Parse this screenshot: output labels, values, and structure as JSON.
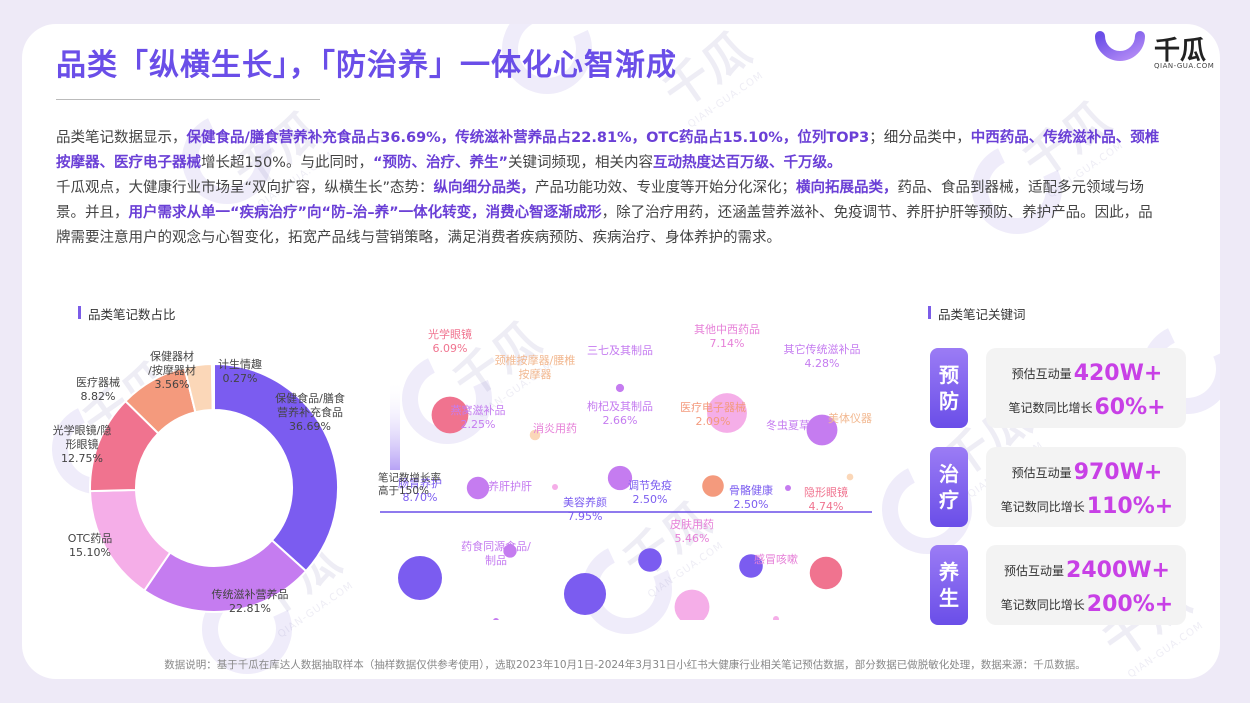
{
  "title": "品类「纵横生长」，「防治养」一体化心智渐成",
  "logo": {
    "name": "千瓜",
    "sub": "QIAN-GUA.COM"
  },
  "watermark": {
    "text": "千瓜",
    "sub": "QIAN-GUA.COM"
  },
  "paragraph1": {
    "s1": "品类笔记数据显示，",
    "s2": "保健食品/膳食营养补充食品占36.69%，传统滋补营养品占22.81%，OTC药品占15.10%，位列TOP3",
    "s3": "；细分品类中，",
    "s4": "中西药品、传统滋补品、颈椎按摩器、医疗电子器械",
    "s5": "增长超150%。与此同时，",
    "s6": "“预防、治疗、养生”",
    "s7": "关键词频现，相关内容",
    "s8": "互动热度达百万级、千万级。"
  },
  "paragraph2": {
    "s1": "千瓜观点，大健康行业市场呈“双向扩容，纵横生长”态势：",
    "s2": "纵向细分品类，",
    "s3": "产品功能功效、专业度等开始分化深化；",
    "s4": "横向拓展品类，",
    "s5": "药品、食品到器械，适配多元领域与场景。并且，",
    "s6": "用户需求从单一“疾病治疗”向“防–治–养”一体化转变，消费心智逐渐成形",
    "s7": "，除了治疗用药，还涵盖营养滋补、免疫调节、养肝护肝等预防、养护产品。因此，品牌需要注意用户的观念与心智变化，拓宽产品线与营销策略，满足消费者疾病预防、疾病治疗、身体养护的需求。"
  },
  "section_share": "品类笔记数占比",
  "section_keywords": "品类笔记关键词",
  "growth_label": "笔记数增长率\n高于150%",
  "footnote": "数据说明：基于千瓜在库达人数据抽取样本（抽样数据仅供参考使用），选取2023年10月1日-2024年3月31日小红书大健康行业相关笔记预估数据，部分数据已做脱敏化处理，数据来源：千瓜数据。",
  "chart_data": [
    {
      "type": "pie",
      "donut": true,
      "slices": [
        {
          "label": "保健食品/膳食\n营养补充食品",
          "value": 36.69,
          "value_label": "36.69%",
          "color": "#7b5cf0"
        },
        {
          "label": "传统滋补营养品",
          "value": 22.81,
          "value_label": "22.81%",
          "color": "#c57cf0"
        },
        {
          "label": "OTC药品",
          "value": 15.1,
          "value_label": "15.10%",
          "color": "#f5aee8"
        },
        {
          "label": "光学眼镜/隐\n形眼镜",
          "value": 12.75,
          "value_label": "12.75%",
          "color": "#f0738f"
        },
        {
          "label": "医疗器械",
          "value": 8.82,
          "value_label": "8.82%",
          "color": "#f49a7d"
        },
        {
          "label": "保健器材\n/按摩器材",
          "value": 3.56,
          "value_label": "3.56%",
          "color": "#fbd7b8"
        },
        {
          "label": "计生情趣",
          "value": 0.27,
          "value_label": "0.27%",
          "color": "#efe3f3"
        }
      ]
    },
    {
      "type": "scatter",
      "note": "bubble chart of sub-category share; upper group: note growth rate above 150%",
      "groups": [
        {
          "name": "笔记数增长率高于150%",
          "points": [
            {
              "label": "光学眼镜",
              "value": 6.09,
              "value_label": "6.09%",
              "color": "#f0738f"
            },
            {
              "label": "颈椎按摩器/腰椎\n按摩器",
              "value": 0.5,
              "value_label": "",
              "color": "#fbd7b8"
            },
            {
              "label": "三七及其制品",
              "value": 0.3,
              "value_label": "",
              "color": "#c57cf0"
            },
            {
              "label": "其他中西药品",
              "value": 7.14,
              "value_label": "7.14%",
              "color": "#f5aee8"
            },
            {
              "label": "其它传统滋补品",
              "value": 4.28,
              "value_label": "4.28%",
              "color": "#c57cf0"
            },
            {
              "label": "燕窝滋补品",
              "value": 2.25,
              "value_label": "2.25%",
              "color": "#c57cf0"
            },
            {
              "label": "消炎用药",
              "value": 0.15,
              "value_label": "",
              "color": "#f5aee8"
            },
            {
              "label": "枸杞及其制品",
              "value": 2.66,
              "value_label": "2.66%",
              "color": "#c57cf0"
            },
            {
              "label": "医疗电子器械",
              "value": 2.09,
              "value_label": "2.09%",
              "color": "#f49a7d"
            },
            {
              "label": "冬虫夏草",
              "value": 0.15,
              "value_label": "",
              "color": "#c57cf0"
            },
            {
              "label": "美体仪器",
              "value": 0.2,
              "value_label": "",
              "color": "#fbd7b8"
            }
          ]
        },
        {
          "name": "其他",
          "points": [
            {
              "label": "肠胃养护",
              "value": 8.7,
              "value_label": "8.70%",
              "color": "#7b5cf0"
            },
            {
              "label": "养肝护肝",
              "value": 0.8,
              "value_label": "",
              "color": "#c57cf0"
            },
            {
              "label": "美容养颜",
              "value": 7.95,
              "value_label": "7.95%",
              "color": "#7b5cf0"
            },
            {
              "label": "调节免疫",
              "value": 2.5,
              "value_label": "2.50%",
              "color": "#7b5cf0"
            },
            {
              "label": "骨骼健康",
              "value": 2.5,
              "value_label": "2.50%",
              "color": "#7b5cf0"
            },
            {
              "label": "隐形眼镜",
              "value": 4.74,
              "value_label": "4.74%",
              "color": "#f0738f"
            },
            {
              "label": "药食同源食品/\n制品",
              "value": 0.1,
              "value_label": "",
              "color": "#c57cf0"
            },
            {
              "label": "皮肤用药",
              "value": 5.46,
              "value_label": "5.46%",
              "color": "#f5aee8"
            },
            {
              "label": "感冒咳嗽",
              "value": 0.15,
              "value_label": "",
              "color": "#f5aee8"
            }
          ]
        }
      ]
    }
  ],
  "keywords": [
    {
      "tag": "预防",
      "row1_label": "预估互动量",
      "row1_value": "420W+",
      "row2_label": "笔记数同比增长",
      "row2_value": "60%+"
    },
    {
      "tag": "治疗",
      "row1_label": "预估互动量",
      "row1_value": "970W+",
      "row2_label": "笔记数同比增长",
      "row2_value": "110%+"
    },
    {
      "tag": "养生",
      "row1_label": "预估互动量",
      "row1_value": "2400W+",
      "row2_label": "笔记数同比增长",
      "row2_value": "200%+"
    }
  ],
  "colors": {
    "accent": "#6a4ee8",
    "highlight": "#c840e6",
    "tag_gradient_top": "#9b7cf5",
    "tag_gradient_bottom": "#6a4ee8"
  }
}
